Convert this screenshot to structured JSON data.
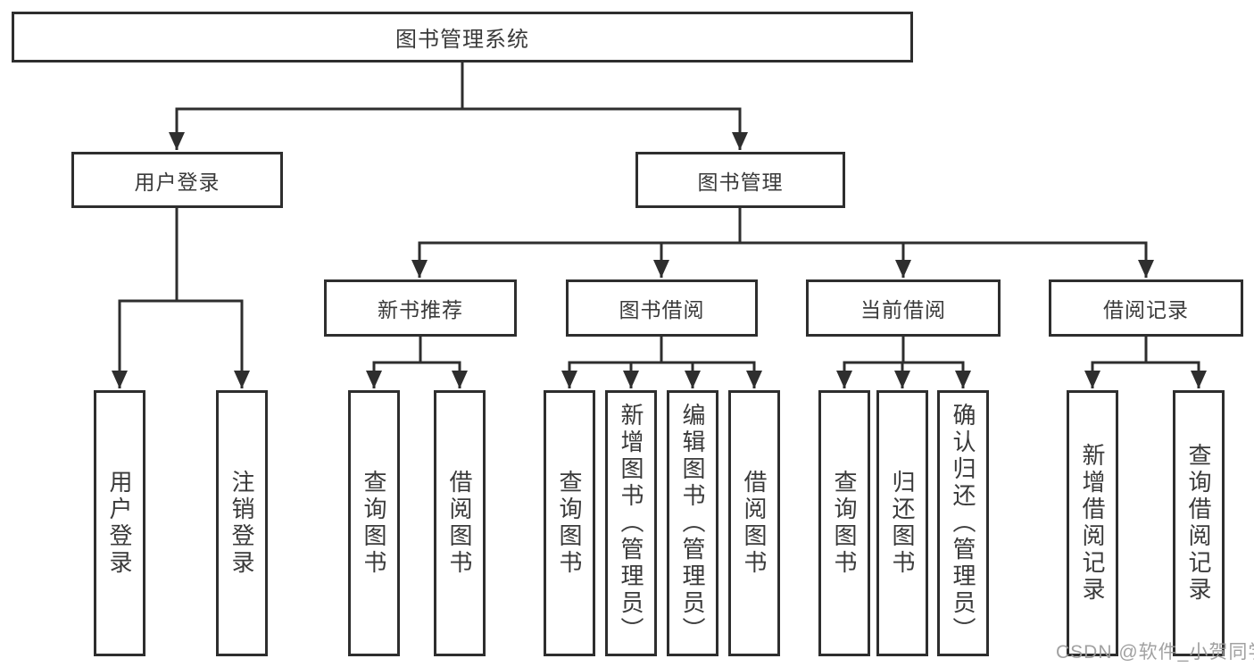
{
  "colors": {
    "line": "#2e2e2e",
    "text": "#3a3a3a",
    "watermark": "#9c9c9c",
    "background": "#ffffff"
  },
  "diagram": {
    "title": "图书管理系统",
    "level2": [
      {
        "label": "用户登录"
      },
      {
        "label": "图书管理"
      }
    ],
    "level3": [
      {
        "label": "新书推荐"
      },
      {
        "label": "图书借阅"
      },
      {
        "label": "当前借阅"
      },
      {
        "label": "借阅记录"
      }
    ],
    "leaves": {
      "user_login": [
        {
          "label": "用户登录"
        },
        {
          "label": "注销登录"
        }
      ],
      "new_book": [
        {
          "label": "查询图书"
        },
        {
          "label": "借阅图书"
        }
      ],
      "book_borrow": [
        {
          "label": "查询图书"
        },
        {
          "label": "新增图书（管理员）"
        },
        {
          "label": "编辑图书（管理员）"
        },
        {
          "label": "借阅图书"
        }
      ],
      "current_borrow": [
        {
          "label": "查询图书"
        },
        {
          "label": "归还图书"
        },
        {
          "label": "确认归还（管理员）"
        }
      ],
      "borrow_records": [
        {
          "label": "新增借阅记录"
        },
        {
          "label": "查询借阅记录"
        }
      ]
    }
  },
  "watermark": {
    "text": "CSDN @软件_小贺同学"
  }
}
